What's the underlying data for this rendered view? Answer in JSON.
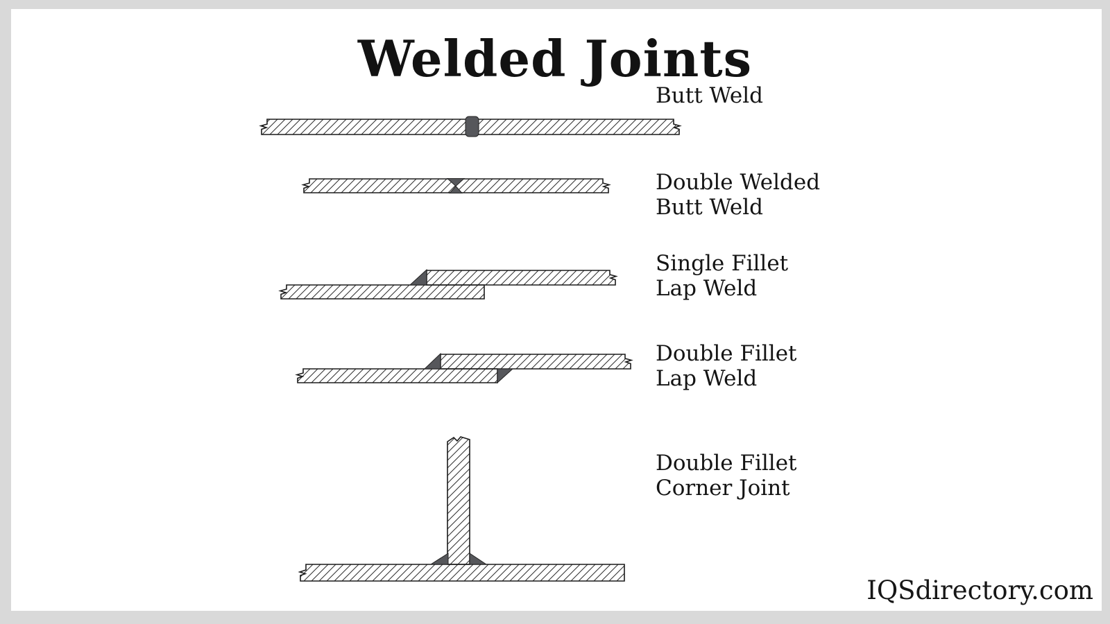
{
  "title": "Welded Joints",
  "watermark": "IQSdirectory.com",
  "colors": {
    "background": "#d9d9d9",
    "card": "#ffffff",
    "outline": "#1b1b1b",
    "hatch": "#2e2e2e",
    "weld": "#56575b",
    "text": "#141414"
  },
  "diagrams": [
    {
      "id": "butt-weld",
      "label_lines": [
        "Butt Weld"
      ]
    },
    {
      "id": "double-welded-butt-weld",
      "label_lines": [
        "Double Welded",
        "Butt Weld"
      ]
    },
    {
      "id": "single-fillet-lap-weld",
      "label_lines": [
        "Single Fillet",
        "Lap Weld"
      ]
    },
    {
      "id": "double-fillet-lap-weld",
      "label_lines": [
        "Double Fillet",
        "Lap Weld"
      ]
    },
    {
      "id": "double-fillet-corner-joint",
      "label_lines": [
        "Double Fillet",
        "Corner Joint"
      ]
    }
  ]
}
